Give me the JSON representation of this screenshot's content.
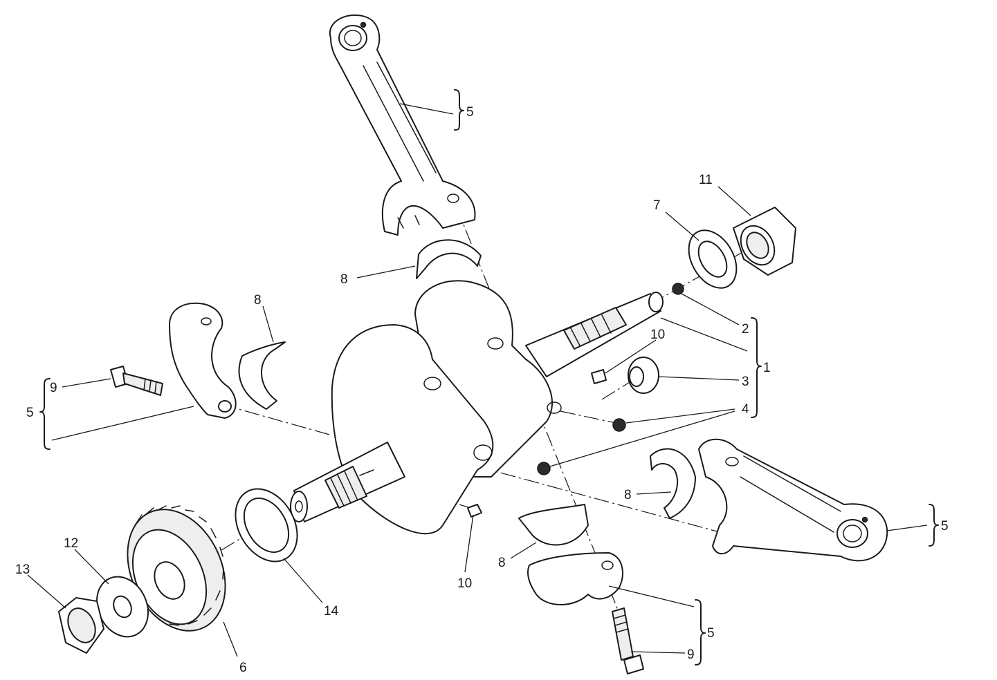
{
  "callouts": {
    "c1": "1",
    "c2": "2",
    "c3": "3",
    "c4": "4",
    "c5_top": "5",
    "c5_left": "5",
    "c5_right": "5",
    "c5_bottom": "5",
    "c6": "6",
    "c7": "7",
    "c8_top": "8",
    "c8_left": "8",
    "c8_right": "8",
    "c8_bottom": "8",
    "c9_left": "9",
    "c9_bottom": "9",
    "c10_upper": "10",
    "c10_lower": "10",
    "c11": "11",
    "c12": "12",
    "c13": "13",
    "c14": "14"
  }
}
